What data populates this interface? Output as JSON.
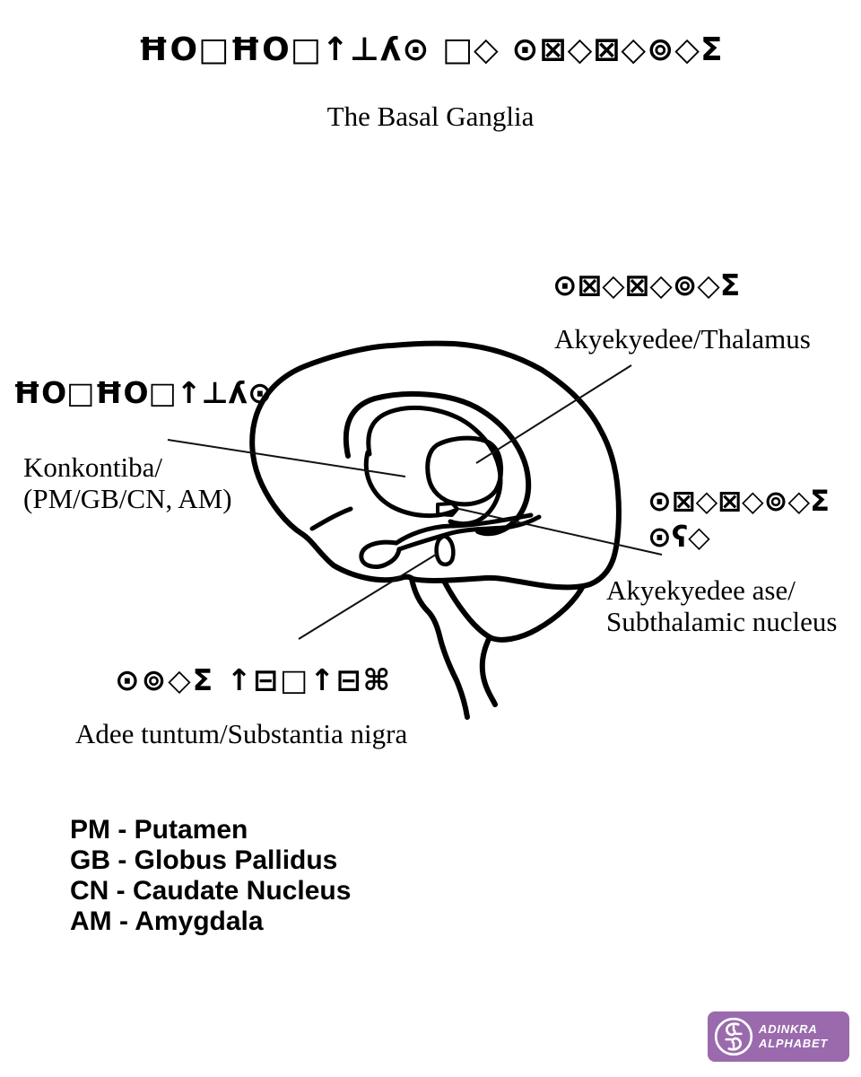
{
  "page": {
    "title_glyphs": "ĦO□ĦO□↑⊥ʎ⊙ □◇ ⊙⊠◇⊠◇⊚◇Σ",
    "title": "The Basal Ganglia"
  },
  "labels": {
    "thalamus": {
      "glyphs": "⊙⊠◇⊠◇⊚◇Σ",
      "text": "Akyekyedee/Thalamus"
    },
    "konkontiba": {
      "glyphs": "ĦO□ĦO□↑⊥ʎ⊙",
      "line1": "Konkontiba/",
      "line2": "(PM/GB/CN, AM)"
    },
    "subthalamic": {
      "glyphs_line1": "⊙⊠◇⊠◇⊚◇Σ",
      "glyphs_line2": "⊙ʕ◇",
      "line1": "Akyekyedee ase/",
      "line2": "Subthalamic nucleus"
    },
    "substantia_nigra": {
      "glyphs": "⊙⊚◇Σ ↑⊟□↑⊟⌘",
      "text": "Adee tuntum/Substantia nigra"
    }
  },
  "legend": {
    "items": [
      "PM - Putamen",
      "GB - Globus Pallidus",
      "CN - Caudate Nucleus",
      "AM - Amygdala"
    ]
  },
  "logo": {
    "line1": "ADINKRA",
    "line2": "ALPHABET",
    "background_color": "#9a6aad",
    "symbol": "gye-nyame"
  }
}
